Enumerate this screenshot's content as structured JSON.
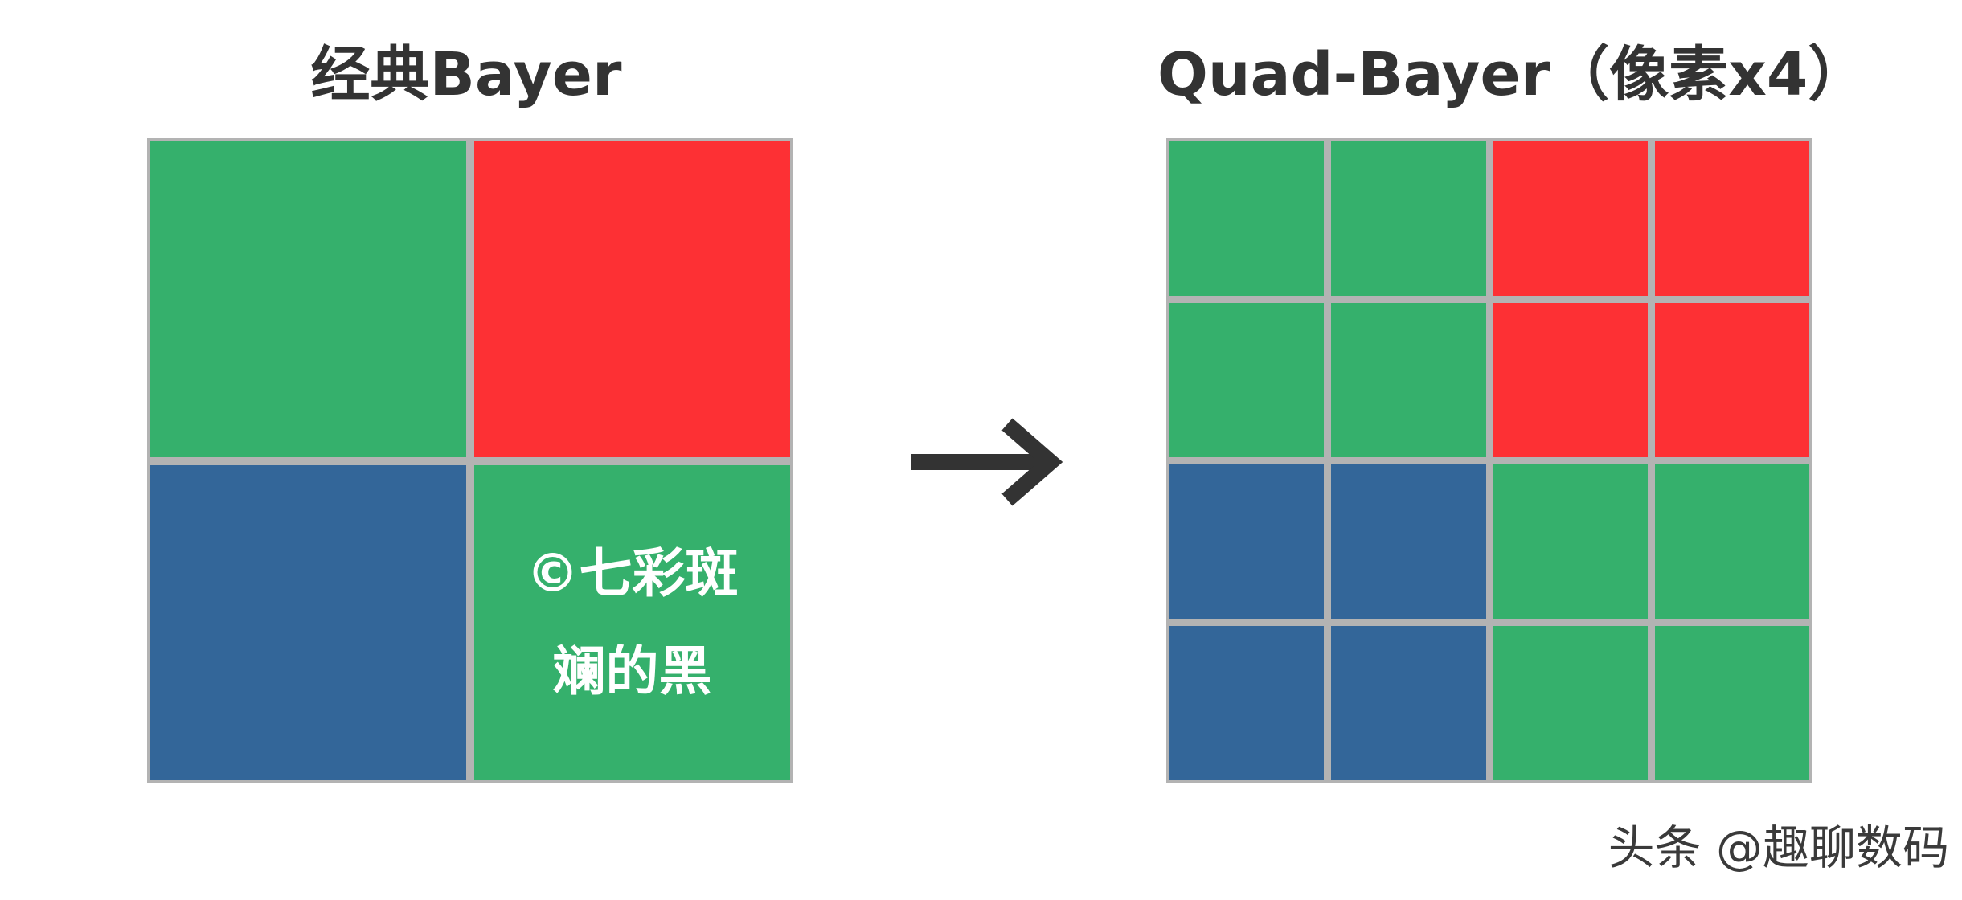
{
  "left_panel": {
    "title": "经典Bayer",
    "cells": [
      {
        "color": "#35b06c"
      },
      {
        "color": "#fd3034"
      },
      {
        "color": "#336699"
      },
      {
        "color": "#35b06c",
        "caption_lines": [
          "©七彩斑",
          "斓的黑"
        ]
      }
    ]
  },
  "right_panel": {
    "title": "Quad-Bayer（像素x4）",
    "rows": [
      [
        "#35b06c",
        "#35b06c",
        "#fd3034",
        "#fd3034"
      ],
      [
        "#35b06c",
        "#35b06c",
        "#fd3034",
        "#fd3034"
      ],
      [
        "#336699",
        "#336699",
        "#35b06c",
        "#35b06c"
      ],
      [
        "#336699",
        "#336699",
        "#35b06c",
        "#35b06c"
      ]
    ]
  },
  "arrow": {
    "icon": "right-arrow-icon",
    "color": "#333333"
  },
  "watermark": "头条 @趣聊数码"
}
